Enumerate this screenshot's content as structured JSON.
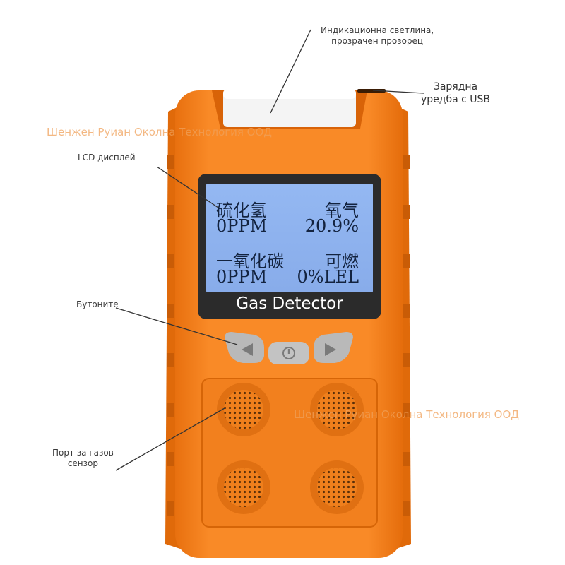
{
  "device": {
    "brand_label": "Gas Detector",
    "body_color": "#f7821f",
    "screen_color": "#8fb4f0"
  },
  "lcd": {
    "row1_left": "硫化氢",
    "row1_right": "氧气",
    "row2_left": "0PPM",
    "row2_right": "20.9%",
    "row3_left": "一氧化碳",
    "row3_right": "可燃",
    "row4_left": "0PPM",
    "row4_right": "0%LEL"
  },
  "annotations": {
    "indicator_line1": "Индикационна светлина,",
    "indicator_line2": "прозрачен прозорец",
    "usb_line1": "Зарядна",
    "usb_line2": "уредба с USB",
    "lcd": "LCD дисплей",
    "buttons": "Бутоните",
    "sensor_line1": "Порт за газов",
    "sensor_line2": "сензор"
  },
  "watermarks": {
    "top": "Шенжен Руиан Околна Технология ООД",
    "middle": "Шенжен Руиан Околна Технология ООД"
  },
  "buttons": {
    "left_icon": "left-arrow-icon",
    "power_icon": "power-icon",
    "right_icon": "right-arrow-icon"
  }
}
